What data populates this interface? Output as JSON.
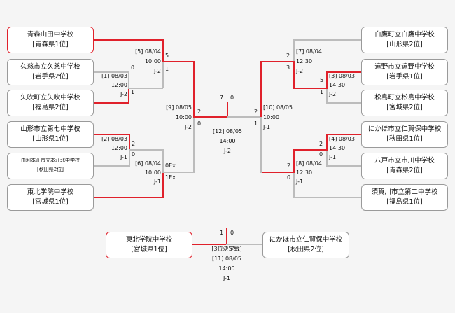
{
  "teams": {
    "aomoriyamada": {
      "name": "青森山田中学校",
      "pref": "[青森県1位]"
    },
    "kuji": {
      "name": "久慈市立久慈中学校",
      "pref": "[岩手県2位]"
    },
    "yabuki": {
      "name": "矢吹町立矢吹中学校",
      "pref": "[福島県2位]"
    },
    "yamagata7": {
      "name": "山形市立第七中学校",
      "pref": "[山形県1位]"
    },
    "yurihonjo": {
      "name": "由利本荘市立本荘北中学校",
      "pref": "[秋田県2位]"
    },
    "tohoku_left": {
      "name": "東北学院中学校",
      "pref": "[宮城県1位]"
    },
    "shirataka": {
      "name": "白鷹町立白鷹中学校",
      "pref": "[山形県2位]"
    },
    "tono": {
      "name": "遠野市立遠野中学校",
      "pref": "[岩手県1位]"
    },
    "matsushima": {
      "name": "松島町立松島中学校",
      "pref": "[宮城県2位]"
    },
    "nikaho_right": {
      "name": "にかほ市立仁賀保中学校",
      "pref": "[秋田県1位]"
    },
    "hachinohe": {
      "name": "八戸市立市川中学校",
      "pref": "[青森県2位]"
    },
    "sukagawa": {
      "name": "須賀川市立第二中学校",
      "pref": "[福島県1位]"
    },
    "tohoku_third": {
      "name": "東北学院中学校",
      "pref": "[宮城県1位]"
    },
    "nikaho_third": {
      "name": "にかほ市立仁賀保中学校",
      "pref": "[秋田県2位]"
    }
  },
  "matches": {
    "m1": {
      "num": "[1] 08/03",
      "time": "12:00",
      "court": "J-2",
      "s1": "0",
      "s2": "1"
    },
    "m2": {
      "num": "[2] 08/03",
      "time": "12:00",
      "court": "J-1",
      "s1": "2",
      "s2": "0"
    },
    "m3": {
      "num": "[3] 08/03",
      "time": "14:30",
      "court": "J-2",
      "s1": "5",
      "s2": "1"
    },
    "m4": {
      "num": "[4] 08/03",
      "time": "14:30",
      "court": "J-1",
      "s1": "2",
      "s2": "0"
    },
    "m5": {
      "num": "[5] 08/04",
      "time": "10:00",
      "court": "J-2",
      "s1": "5",
      "s2": "1"
    },
    "m6": {
      "num": "[6] 08/04",
      "time": "10:00",
      "court": "J-1",
      "s1": "0Ex",
      "s2": "1Ex"
    },
    "m7": {
      "num": "[7] 08/04",
      "time": "12:30",
      "court": "J-2",
      "s1": "2",
      "s2": "3"
    },
    "m8": {
      "num": "[8] 08/04",
      "time": "12:30",
      "court": "J-1",
      "s1": "2",
      "s2": "0"
    },
    "m9": {
      "num": "[9] 08/05",
      "time": "10:00",
      "court": "J-2",
      "s1": "2",
      "s2": "0"
    },
    "m10": {
      "num": "[10] 08/05",
      "time": "10:00",
      "court": "J-1",
      "s1": "2",
      "s2": "1"
    },
    "m11": {
      "title": "[3位決定戦]",
      "num": "[11] 08/05",
      "time": "14:00",
      "court": "J-1",
      "s1": "1",
      "s2": "0"
    },
    "m12": {
      "num": "[12] 08/05",
      "time": "14:00",
      "court": "J-2",
      "s1": "7",
      "s2": "0"
    }
  }
}
